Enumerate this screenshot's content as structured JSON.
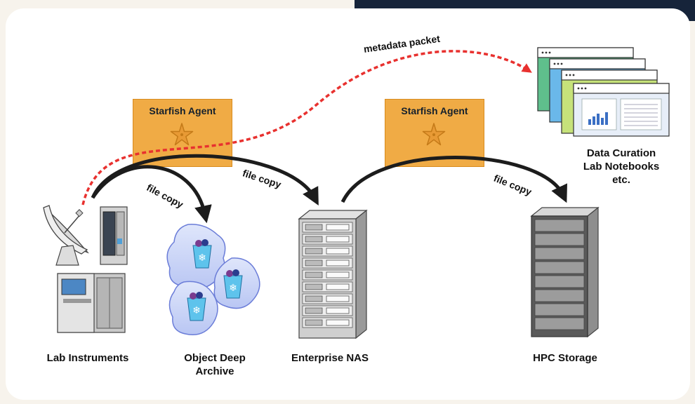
{
  "agents": [
    {
      "label": "Starfish Agent"
    },
    {
      "label": "Starfish Agent"
    }
  ],
  "arrows": {
    "metadata_packet": "metadata packet",
    "file_copy_archive": "file copy",
    "file_copy_nas": "file copy",
    "file_copy_hpc": "file copy"
  },
  "nodes": {
    "lab_instruments": "Lab Instruments",
    "object_archive": "Object Deep Archive",
    "enterprise_nas": "Enterprise NAS",
    "hpc_storage": "HPC Storage",
    "data_curation": [
      "Data Curation",
      "Lab Notebooks",
      "etc."
    ]
  },
  "colors": {
    "agent_fill": "#f0ab45",
    "metadata_arrow": "#e8312f",
    "file_arrow": "#1c1c1c",
    "dark_band": "#16243a"
  }
}
